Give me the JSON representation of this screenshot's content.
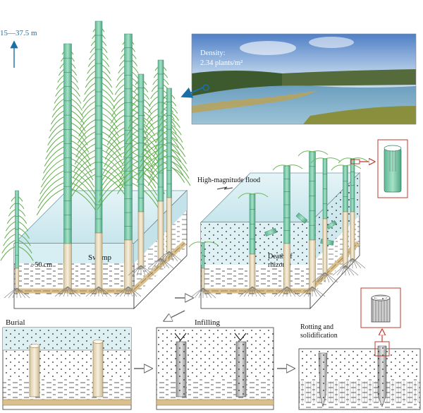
{
  "height_label": "15—37.5 m",
  "density": {
    "line1": "Density:",
    "line2": "2.34 plants/m²"
  },
  "depth_label": "~50 cm",
  "swamp_label": "Swamp",
  "flood_label": "High-magnitude flood",
  "death_label": {
    "line1": "Death of",
    "line2": "rhizome"
  },
  "stages": {
    "burial": "Burial",
    "infilling": "Infilling",
    "rotting_line1": "Rotting and",
    "rotting_line2": "solidification"
  },
  "colors": {
    "water": "#cfe9ef",
    "stem_green": "#7fcfae",
    "stem_tan": "#efe2c6",
    "rhizome": "#d9c08e",
    "accent_red": "#c0392b",
    "arrow_blue": "#1a6fa8"
  }
}
